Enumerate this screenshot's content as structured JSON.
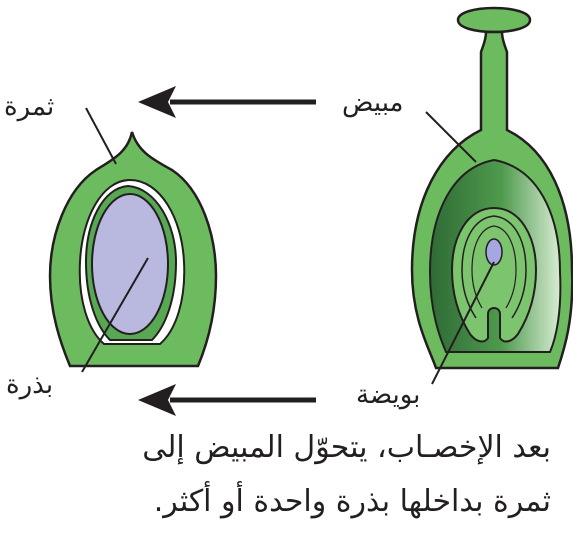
{
  "labels": {
    "ovary": "مبيض",
    "fruit": "ثمرة",
    "ovule": "بويضة",
    "seed": "بذرة"
  },
  "caption": {
    "line1": "بعد الإخصـاب، يتحوّل المبيض إلى",
    "line2": "ثمرة بداخلها بذرة واحدة أو أكثر."
  },
  "colors": {
    "light_green": "#6dbb5f",
    "mid_green": "#4e9c45",
    "dark_green": "#2f6b35",
    "seed_fill": "#b9b9df",
    "ovule_fill": "#a6a6e0",
    "arrow": "#231f20",
    "outline": "#231f20"
  }
}
